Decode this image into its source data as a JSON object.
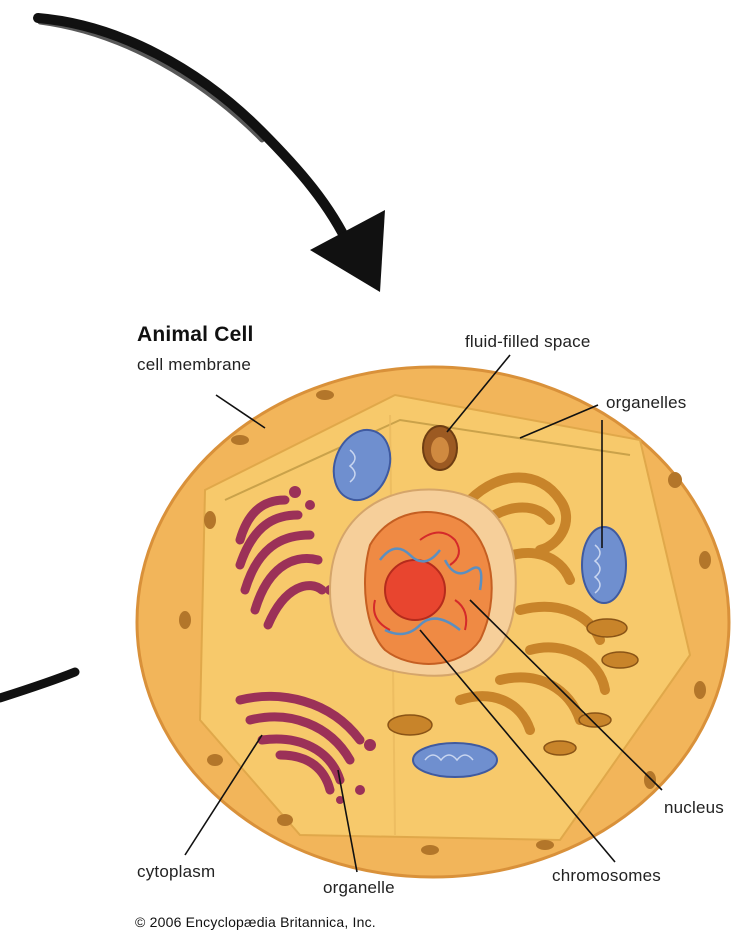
{
  "diagram": {
    "title": "Animal Cell",
    "labels": {
      "cell_membrane": "cell membrane",
      "fluid_filled_space": "fluid-filled space",
      "organelles": "organelles",
      "nucleus": "nucleus",
      "chromosomes": "chromosomes",
      "organelle": "organelle",
      "cytoplasm": "cytoplasm"
    },
    "credit": "© 2006 Encyclopædia Britannica, Inc."
  },
  "colors": {
    "outer_cell": "#f2b55a",
    "cytoplasm": "#f7c96b",
    "nucleus": "#f6cf9a",
    "nucleolus": "#e8452f",
    "golgi": "#9b3158",
    "mitochondria": "#6f8fcf",
    "er": "#c8842a",
    "arrow": "#111111"
  }
}
